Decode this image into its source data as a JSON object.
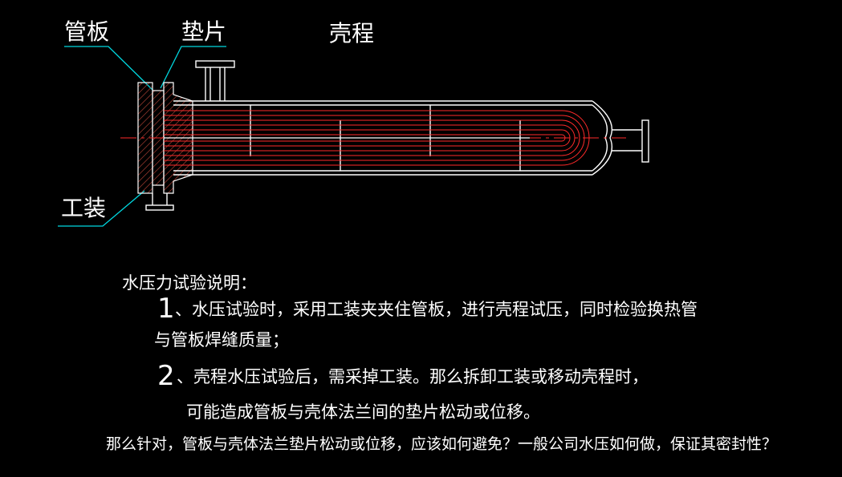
{
  "labels": {
    "tube_sheet": "管板",
    "gasket": "垫片",
    "shell_side": "壳程",
    "fixture": "工装"
  },
  "notes": {
    "heading": "水压力试验说明：",
    "item1_num": "1",
    "item1_line1": "、水压试验时，采用工装夹夹住管板，进行壳程试压，同时检验换热管",
    "item1_line2": "与管板焊缝质量；",
    "item2_num": "2",
    "item2_line1": "、壳程水压试验后，需采掉工装。那么拆卸工装或移动壳程时，",
    "item2_line2": "可能造成管板与壳体法兰间的垫片松动或位移。",
    "question": "那么针对，管板与壳体法兰垫片松动或位移，应该如何避免？一般公司水压如何做，保证其密封性？"
  },
  "colors": {
    "background": "#000000",
    "outline": "#ffffff",
    "tubes": "#ff2a2a",
    "leader": "#00d8e0",
    "hatch": "#c84a3c"
  }
}
